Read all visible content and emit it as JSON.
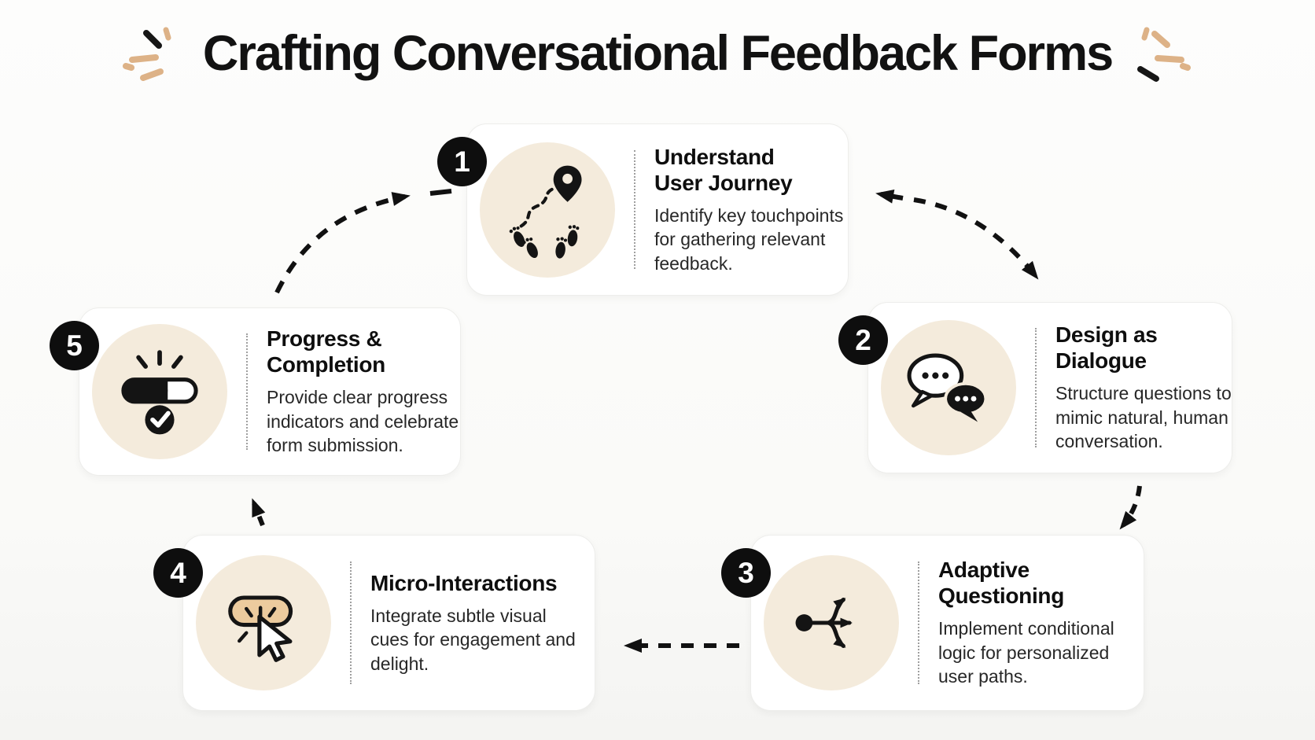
{
  "title": "Crafting Conversational Feedback Forms",
  "decorations": {
    "left": "sparkle-burst",
    "right": "sparkle-burst"
  },
  "steps": [
    {
      "number": "1",
      "title": "Understand User Journey",
      "title_lines": [
        "Understand",
        "User Journey"
      ],
      "description": "Identify key touchpoints for gathering relevant feedback.",
      "icon": "journey-footprints-icon"
    },
    {
      "number": "2",
      "title": "Design as Dialogue",
      "title_lines": [
        "Design as",
        "Dialogue"
      ],
      "description": "Structure questions to mimic natural, human conversation.",
      "icon": "chat-bubbles-icon"
    },
    {
      "number": "3",
      "title": "Adaptive Questioning",
      "title_lines": [
        "Adaptive",
        "Questioning"
      ],
      "description": "Implement conditional logic for personalized user paths.",
      "icon": "branching-paths-icon"
    },
    {
      "number": "4",
      "title": "Micro-Interactions",
      "title_lines": [
        "Micro-Interactions"
      ],
      "description": "Integrate subtle visual cues for engagement and delight.",
      "icon": "cursor-click-icon"
    },
    {
      "number": "5",
      "title": "Progress & Completion",
      "title_lines": [
        "Progress &",
        "Completion"
      ],
      "description": "Provide clear progress indicators and celebrate form submission.",
      "icon": "progress-check-icon"
    }
  ],
  "colors": {
    "background": "#fafaf8",
    "card": "#ffffff",
    "icon_circle": "#f4ebdc",
    "badge": "#0e0e0e",
    "tan_accent": "#ddb287",
    "button_fill": "#eccb9e",
    "text_heading": "#0e0e0e",
    "text_body": "#272727"
  }
}
